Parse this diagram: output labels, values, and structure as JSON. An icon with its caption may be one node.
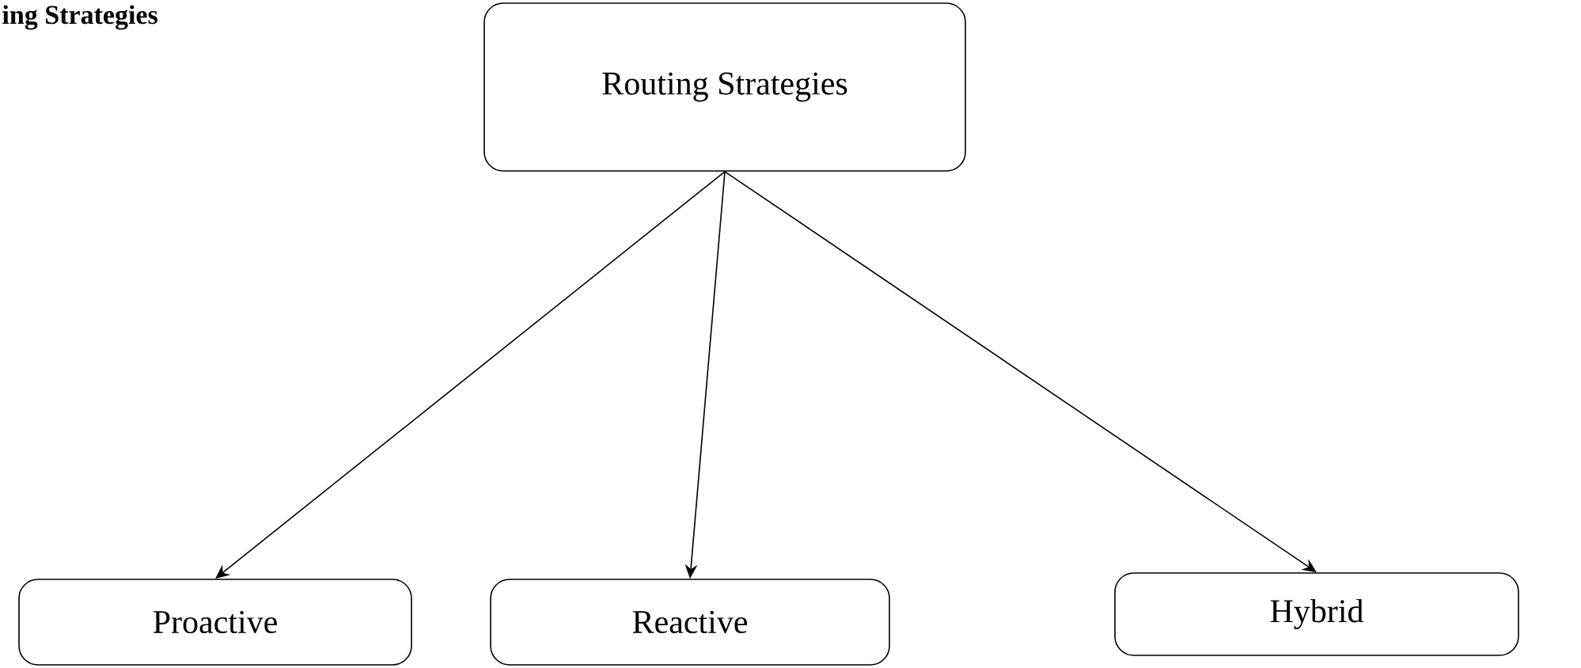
{
  "diagram": {
    "title": "ing Strategies",
    "nodes": [
      {
        "text": [
          "Routing Strategies"
        ]
      },
      {
        "text": [
          "Proactive"
        ]
      },
      {
        "text": [
          "Reactive"
        ]
      },
      {
        "text": [
          "Hybrid"
        ]
      }
    ],
    "edges": [
      {
        "from": 0,
        "to": 1,
        "arrow": "to"
      },
      {
        "from": 0,
        "to": 2,
        "arrow": "to"
      },
      {
        "from": 0,
        "to": 3,
        "arrow": "to"
      }
    ]
  }
}
